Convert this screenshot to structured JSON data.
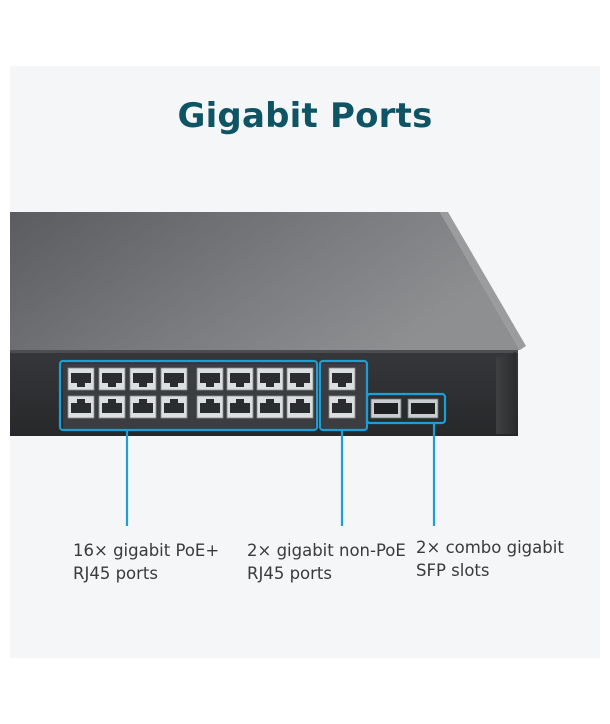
{
  "title": "Gigabit Ports",
  "colors": {
    "title": "#0f5464",
    "callout": "#1aa0d6",
    "panel": "#f5f6f7"
  },
  "callouts": [
    {
      "line1": "16× gigabit PoE+",
      "line2": "RJ45 ports"
    },
    {
      "line1": "2× gigabit non-PoE",
      "line2": "RJ45 ports"
    },
    {
      "line1": "2× combo gigabit",
      "line2": "SFP slots"
    }
  ],
  "switch": {
    "poe_port_pairs": 8,
    "non_poe_port_pairs": 1,
    "sfp_slots": 2
  }
}
